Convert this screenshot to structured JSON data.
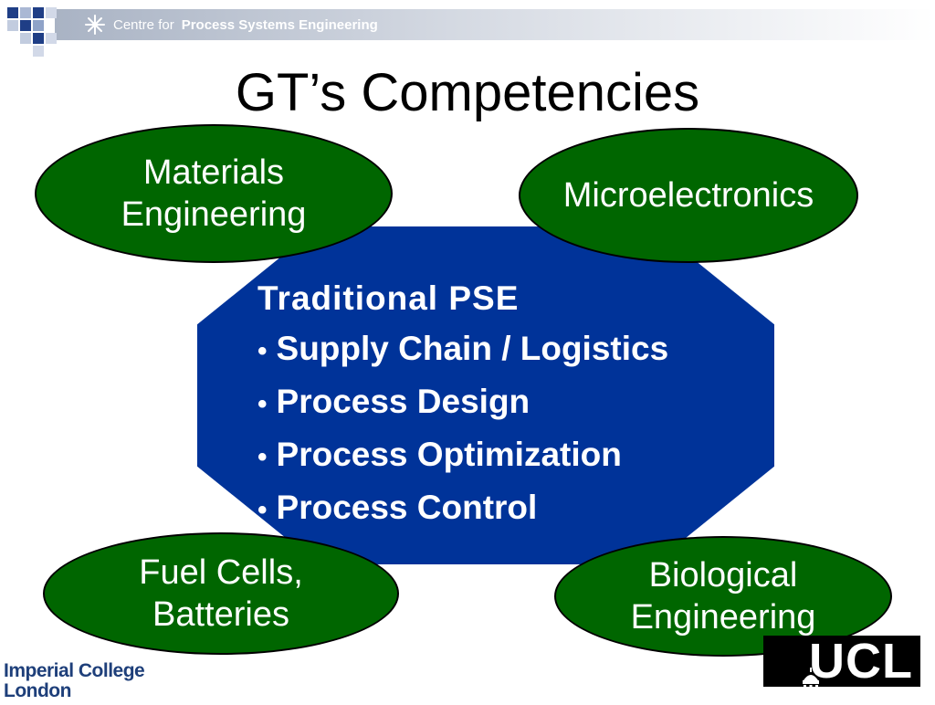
{
  "header": {
    "prefix": "Centre for",
    "name": "Process Systems Engineering",
    "icon": "snowflake-star-icon"
  },
  "title": "GT’s Competencies",
  "center": {
    "title": "Traditional PSE",
    "items": [
      "Supply Chain / Logistics",
      "Process Design",
      "Process Optimization",
      "Process Control"
    ]
  },
  "ellipses": {
    "materials": "Materials\nEngineering",
    "microelectronics": "Microelectronics",
    "fuel_cells": "Fuel Cells,\nBatteries",
    "biological": "Biological\nEngineering"
  },
  "logos": {
    "imperial_line1": "Imperial College",
    "imperial_line2": "London",
    "ucl": "UCL"
  },
  "colors": {
    "octagon": "#003399",
    "ellipse": "#006600",
    "header_squares": "#1f3e86"
  }
}
